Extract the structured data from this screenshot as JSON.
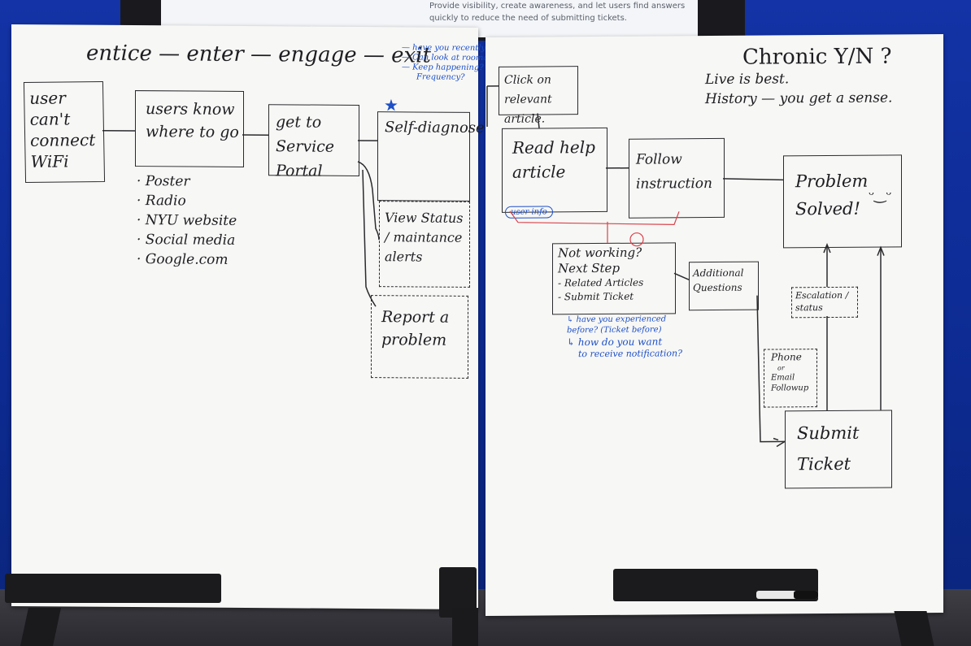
{
  "screen": {
    "bullet_text": "Provide visibility, create awareness, and let users find answers quickly to reduce the need of submitting tickets."
  },
  "left_board": {
    "header": "entice — enter — engage — exit",
    "box_user": "user can't connect WiFi",
    "box_users_know": "users know where to go",
    "box_get_to": "get to Service Portal",
    "box_self_diagnose": "Self-diagnose",
    "dbox_view_status": "View Status / maintance alerts",
    "dbox_report": "Report a problem",
    "channels": [
      "· Poster",
      "· Radio",
      "· NYU website",
      "· Social media",
      "· Google.com"
    ],
    "notes_blue": [
      "— have you recently update your OS?",
      "— Can look at roomate's issue.",
      "— Keep happening?",
      "Frequency?"
    ],
    "star_symbol": "★"
  },
  "right_board": {
    "chronic": "Chronic Y/N ?",
    "live_best": "Live is best.",
    "history": "History — you get a sense.",
    "box_click": "Click on relevant article.",
    "box_read": "Read help article",
    "box_follow": "Follow instruction",
    "box_solved": "Problem Solved!",
    "smiley": "ᵕ‿ᵕ",
    "user_info": "user info",
    "box_not_working": [
      "Not working?",
      "Next Step",
      "- Related Articles",
      "- Submit Ticket"
    ],
    "box_additional": "Additional Questions",
    "dbox_escalation": "Escalation / status",
    "dbox_phone": [
      "Phone",
      "or",
      "Email",
      "Followup"
    ],
    "box_submit": "Submit Ticket",
    "notes_blue": [
      "↳ have you experienced before? (Ticket before)",
      "↳ how do you want",
      "to receive notification?"
    ]
  },
  "colors": {
    "wall": "#1333a6",
    "board": "#f7f7f5",
    "ink": "#1e1e22",
    "blue_ink": "#1c4fc8",
    "red_ink": "#d9434b"
  }
}
